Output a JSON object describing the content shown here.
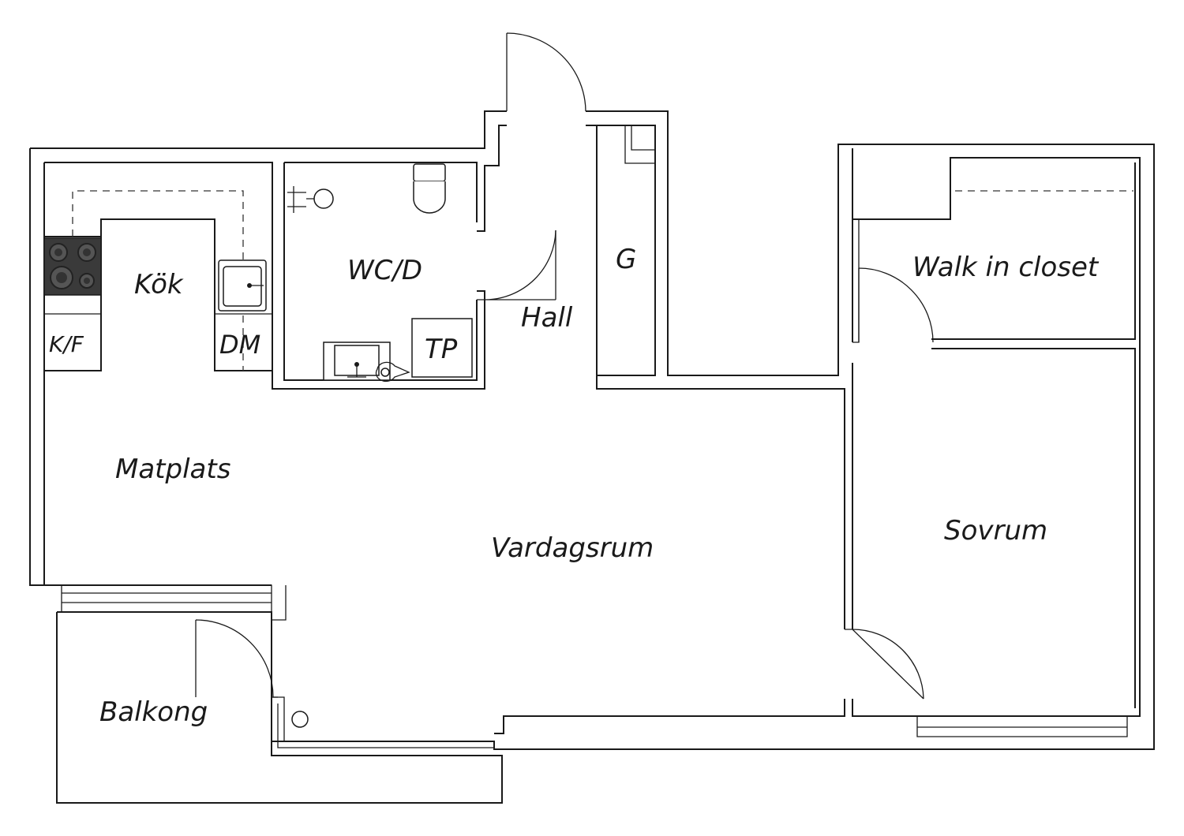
{
  "rooms": {
    "kok": "Kök",
    "wc": "WC/D",
    "hall": "Hall",
    "garderob": "G",
    "walkin": "Walk in closet",
    "kf": "K/F",
    "dm": "DM",
    "tp": "TP",
    "matplats": "Matplats",
    "vardagsrum": "Vardagsrum",
    "sovrum": "Sovrum",
    "balkong": "Balkong"
  },
  "colors": {
    "wall": "#1a1a1a",
    "stove": "#3a3a3a",
    "background": "#ffffff"
  }
}
